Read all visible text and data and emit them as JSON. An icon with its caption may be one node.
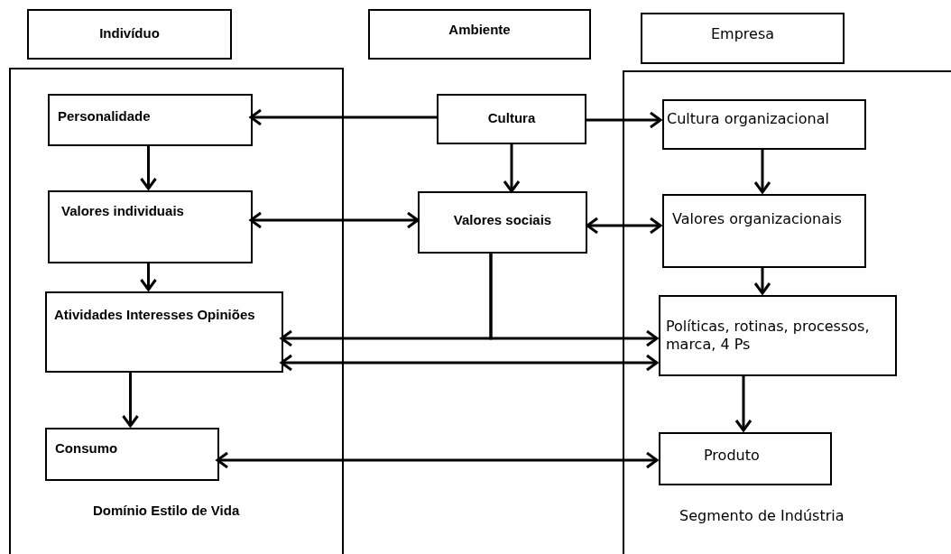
{
  "diagram": {
    "nodes": [
      {
        "text": [
          "Indivíduo"
        ]
      },
      {
        "text": [
          "Ambiente"
        ]
      },
      {
        "text": [
          "Empresa"
        ]
      },
      {
        "text": [
          "Domínio Estilo de Vida"
        ]
      },
      {
        "text": [
          "Personalidade"
        ],
        "in": 3
      },
      {
        "text": [
          "Valores individuais"
        ],
        "in": 3
      },
      {
        "text": [
          "Atividades Interesses Opiniões"
        ],
        "in": 3
      },
      {
        "text": [
          "Consumo"
        ],
        "in": 3
      },
      {
        "text": [
          "Cultura"
        ]
      },
      {
        "text": [
          "Valores sociais"
        ]
      },
      {
        "text": [
          "Segmento de Indústria"
        ]
      },
      {
        "text": [
          "Cultura organizacional"
        ],
        "in": 10
      },
      {
        "text": [
          "Valores organizacionais"
        ],
        "in": 10
      },
      {
        "text": [
          "Políticas, rotinas, processos, marca, 4 Ps"
        ],
        "in": 10
      },
      {
        "text": [
          "Produto"
        ],
        "in": 10
      }
    ],
    "edges": [
      {
        "from": 8,
        "to": 4,
        "arrow": "to"
      },
      {
        "from": 8,
        "to": 11,
        "arrow": "to"
      },
      {
        "from": 8,
        "to": 9,
        "arrow": "to"
      },
      {
        "from": 4,
        "to": 5,
        "arrow": "to"
      },
      {
        "from": 5,
        "to": 6,
        "arrow": "to"
      },
      {
        "from": 6,
        "to": 7,
        "arrow": "to"
      },
      {
        "from": 9,
        "to": 5,
        "arrow": "both"
      },
      {
        "from": 9,
        "to": 12,
        "arrow": "both"
      },
      {
        "from": 11,
        "to": 12,
        "arrow": "to"
      },
      {
        "from": 12,
        "to": 13,
        "arrow": "to"
      },
      {
        "from": 13,
        "to": 14,
        "arrow": "to"
      },
      {
        "from": 9,
        "to": 6,
        "arrow": "to"
      },
      {
        "from": 9,
        "to": 13,
        "arrow": "to"
      },
      {
        "from": 6,
        "to": 13,
        "arrow": "both"
      },
      {
        "from": 7,
        "to": 14,
        "arrow": "both"
      }
    ]
  }
}
